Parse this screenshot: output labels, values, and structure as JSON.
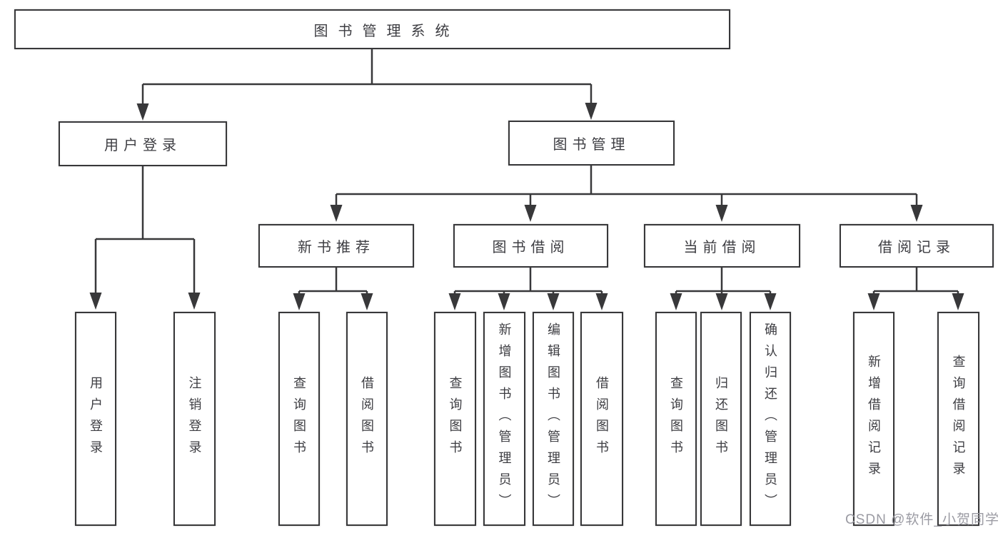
{
  "tree": {
    "root": {
      "label": "图书管理系统",
      "children": [
        {
          "label": "用户登录",
          "children": [
            {
              "label": "用户登录"
            },
            {
              "label": "注销登录"
            }
          ]
        },
        {
          "label": "图书管理",
          "children": [
            {
              "label": "新书推荐",
              "children": [
                {
                  "label": "查询图书"
                },
                {
                  "label": "借阅图书"
                }
              ]
            },
            {
              "label": "图书借阅",
              "children": [
                {
                  "label": "查询图书"
                },
                {
                  "label": "新增图书（管理员）"
                },
                {
                  "label": "编辑图书（管理员）"
                },
                {
                  "label": "借阅图书"
                }
              ]
            },
            {
              "label": "当前借阅",
              "children": [
                {
                  "label": "查询图书"
                },
                {
                  "label": "归还图书"
                },
                {
                  "label": "确认归还（管理员）"
                }
              ]
            },
            {
              "label": "借阅记录",
              "children": [
                {
                  "label": "新增借阅记录"
                },
                {
                  "label": "查询借阅记录"
                }
              ]
            }
          ]
        }
      ]
    }
  },
  "watermark": {
    "text": "CSDN @软件_小贺同学"
  },
  "colors": {
    "line": "#38383a",
    "text": "#3d3d42",
    "background": "#ffffff",
    "watermark": "#9b9ba3"
  }
}
